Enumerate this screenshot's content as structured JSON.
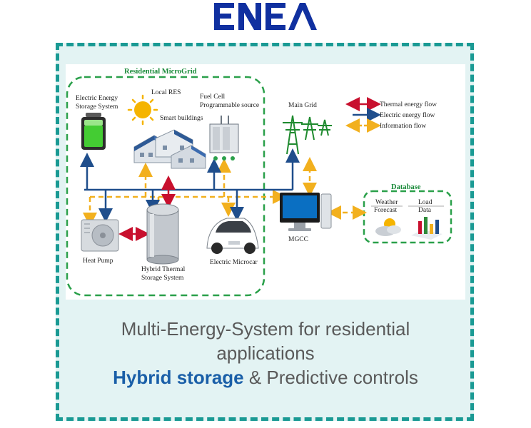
{
  "logo": {
    "text": "ENEA",
    "color": "#1030a0"
  },
  "diagram": {
    "microgrid_title": "Residential MicroGrid",
    "labels": {
      "electric_storage_1": "Electric Energy",
      "electric_storage_2": "Storage System",
      "local_res": "Local RES",
      "smart_buildings": "Smart buildings",
      "fuel_cell_1": "Fuel Cell",
      "fuel_cell_2": "Programmable source",
      "main_grid": "Main Grid",
      "heat_pump": "Heat Pump",
      "hybrid_storage_1": "Hybrid Thermal",
      "hybrid_storage_2": "Storage System",
      "microcar": "Electric Microcar",
      "mgcc": "MGCC"
    },
    "legend": [
      {
        "label": "Thermal energy flow",
        "color": "#c8102e",
        "style": "solid"
      },
      {
        "label": "Electric energy flow",
        "color": "#1f4e8c",
        "style": "solid"
      },
      {
        "label": "Information flow",
        "color": "#f2b01e",
        "style": "dashed"
      }
    ],
    "database": {
      "title": "Database",
      "weather_1": "Weather",
      "weather_2": "Forecast",
      "load_1": "Load",
      "load_2": "Data"
    }
  },
  "caption": {
    "line1": "Multi-Energy-System for residential",
    "line2": "applications",
    "highlight": "Hybrid storage",
    "rest": " & Predictive controls"
  }
}
